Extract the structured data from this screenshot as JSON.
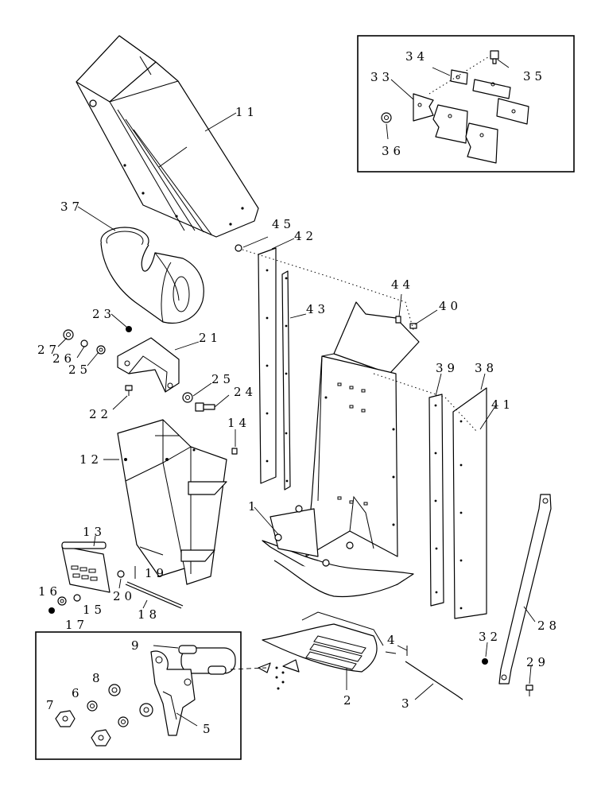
{
  "callouts": {
    "c1": "1",
    "c2": "2",
    "c3": "3",
    "c4": "4",
    "c5": "5",
    "c6": "6",
    "c7": "7",
    "c8": "8",
    "c9": "9",
    "c11": "11",
    "c12": "12",
    "c13": "13",
    "c14": "14",
    "c15": "15",
    "c16": "16",
    "c17": "17",
    "c18": "18",
    "c19": "19",
    "c20": "20",
    "c21": "21",
    "c22": "22",
    "c23": "23",
    "c24": "24",
    "c25a": "25",
    "c25b": "25",
    "c26": "26",
    "c27": "27",
    "c28": "28",
    "c29": "29",
    "c32": "32",
    "c33": "33",
    "c34": "34",
    "c35": "35",
    "c36": "36",
    "c37": "37",
    "c38": "38",
    "c39": "39",
    "c40": "40",
    "c41": "41",
    "c42": "42",
    "c43": "43",
    "c44": "44",
    "c45": "45"
  }
}
